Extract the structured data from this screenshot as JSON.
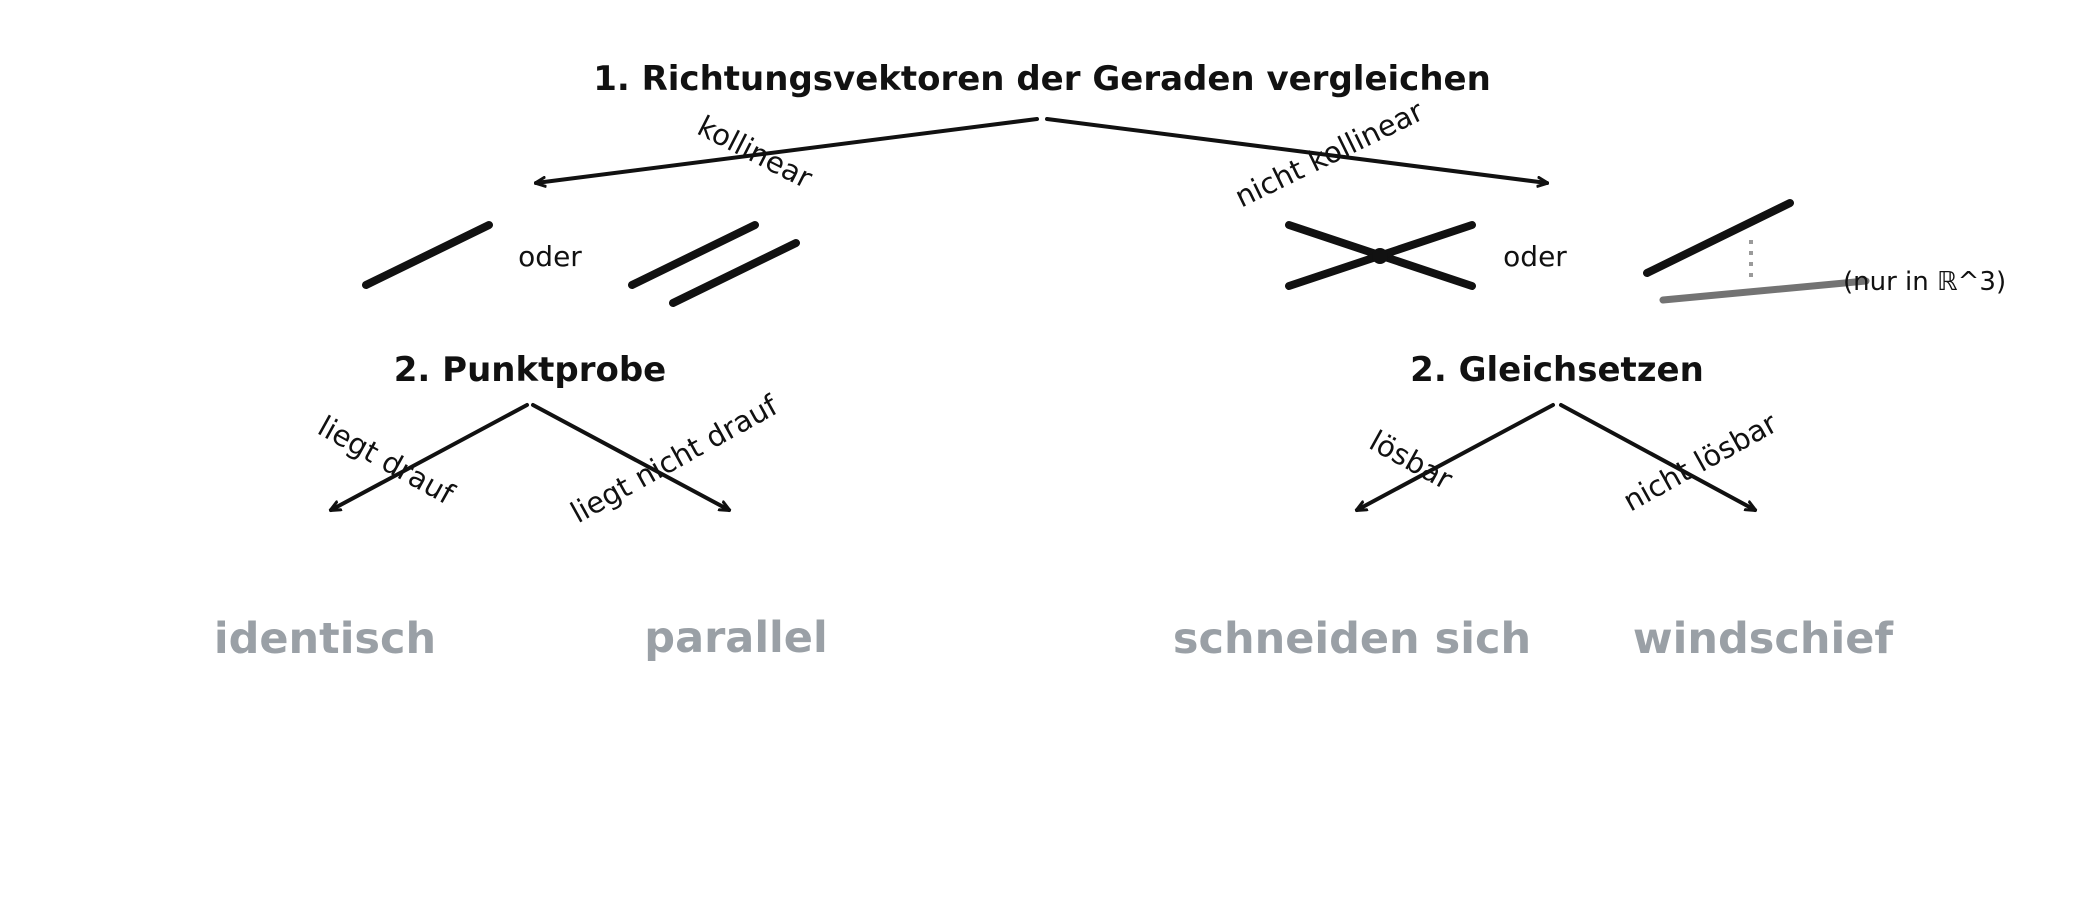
{
  "step1": {
    "title": "1. Richtungsvektoren der Geraden vergleichen"
  },
  "branches": {
    "kollinear": "kollinear",
    "nicht_kollinear": "nicht kollinear"
  },
  "oder": {
    "left": "oder",
    "right": "oder"
  },
  "note": "(nur in ℝ^3)",
  "step2_left": {
    "title": "2. Punktprobe",
    "yes": "liegt drauf",
    "no": "liegt nicht drauf"
  },
  "step2_right": {
    "title": "2. Gleichsetzen",
    "yes": "lösbar",
    "no": "nicht lösbar"
  },
  "results": {
    "identisch": "identisch",
    "parallel": "parallel",
    "schneiden": "schneiden sich",
    "windschief": "windschief"
  },
  "colors": {
    "text": "#111111",
    "result_text": "#9aa0a6",
    "skew_line": "#737373",
    "dotted_distance": "#9a9a9a"
  }
}
